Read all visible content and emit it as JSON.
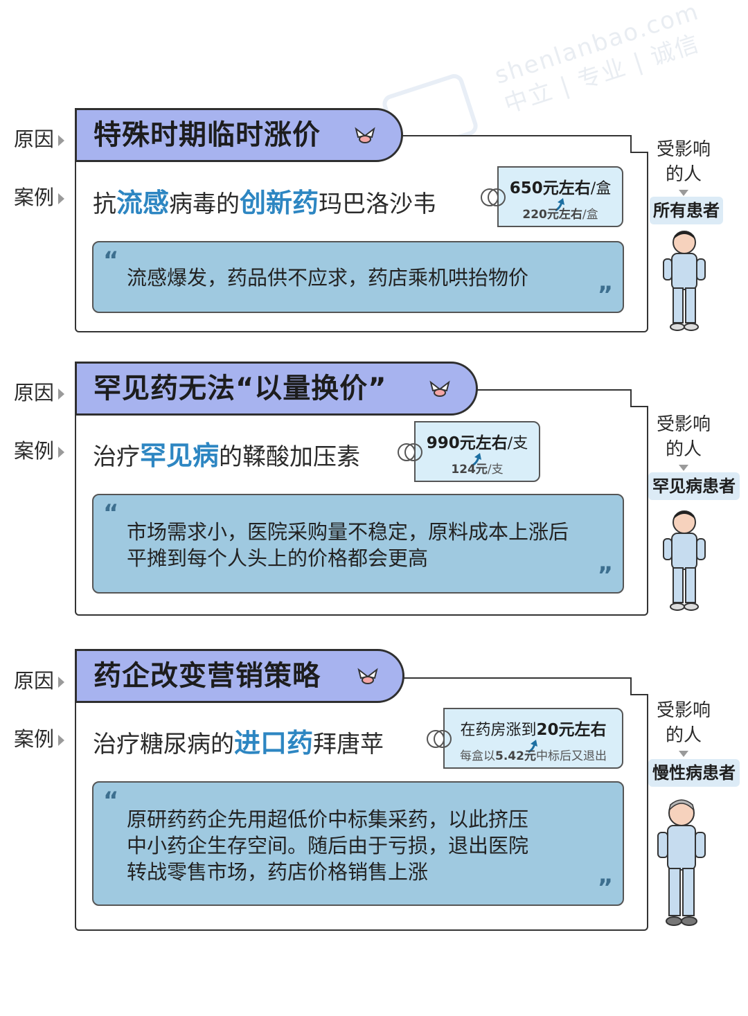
{
  "watermark": {
    "line1": "shenlanbao.com",
    "line2": "中立 | 专业 | 诚信"
  },
  "labels": {
    "reason": "原因",
    "case": "案例",
    "affected": [
      "受影响",
      "的人"
    ]
  },
  "cards": [
    {
      "reason": "特殊时期临时涨价",
      "case_parts": [
        {
          "t": "抗",
          "hl": false
        },
        {
          "t": "流感",
          "hl": true
        },
        {
          "t": "病毒的",
          "hl": false
        },
        {
          "t": "创新药",
          "hl": true
        },
        {
          "t": "玛巴洛沙韦",
          "hl": false
        }
      ],
      "tag_top": "650元左右",
      "tag_top_unit": "/盒",
      "tag_bottom": "220元左右",
      "tag_bottom_unit": "/盒",
      "quote": [
        "流感爆发，药品供不应求，药店乘机哄抬物价"
      ],
      "affected_who": "所有患者",
      "person_icon": "young-patient-icon"
    },
    {
      "reason": "罕见药无法“以量换价”",
      "case_parts": [
        {
          "t": "治疗",
          "hl": false
        },
        {
          "t": "罕见病",
          "hl": true
        },
        {
          "t": "的鞣酸加压素",
          "hl": false
        }
      ],
      "tag_top": "990元左右",
      "tag_top_unit": "/支",
      "tag_bottom": "124元",
      "tag_bottom_unit": "/支",
      "quote": [
        "市场需求小，医院采购量不稳定，原料成本上涨后",
        "平摊到每个人头上的价格都会更高"
      ],
      "affected_who": "罕见病患者",
      "person_icon": "young-patient-icon"
    },
    {
      "reason": "药企改变营销策略",
      "case_parts": [
        {
          "t": "治疗糖尿病的",
          "hl": false
        },
        {
          "t": "进口药",
          "hl": true
        },
        {
          "t": "拜唐苹",
          "hl": false
        }
      ],
      "tag_top_prefix": "在药房涨到",
      "tag_top": "20元左右",
      "tag_top_unit": "",
      "tag_bottom_prefix": "每盒以",
      "tag_bottom": "5.42元",
      "tag_bottom_unit": "中标后又退出",
      "quote": [
        "原研药药企先用超低价中标集采药，以此挤压",
        "中小药企生存空间。随后由于亏损，退出医院",
        "转战零售市场，药店价格销售上涨"
      ],
      "affected_who": "慢性病患者",
      "person_icon": "elderly-patient-icon"
    }
  ],
  "colors": {
    "pill": "#a7b3ef",
    "highlight": "#2d86c2",
    "quote_bg": "#9fc9e0",
    "tag_bg": "#d9eef9"
  }
}
